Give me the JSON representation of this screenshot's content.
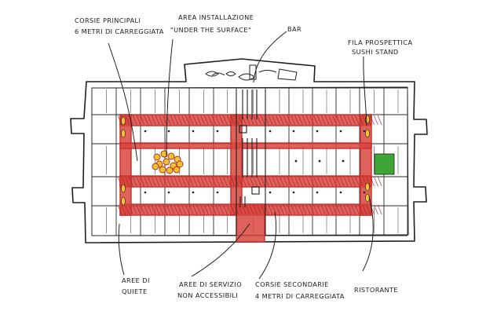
{
  "colors": {
    "ink": "#1f1f1f",
    "paper": "#ffffff",
    "corridor_red": "#c9302c",
    "corridor_fill": "#d8453f",
    "yellow_marker": "#f1c232",
    "green_marker": "#3fa535"
  },
  "labels": {
    "main_aisles": [
      "CORSIE PRINCIPALI",
      "6 METRI DI CARREGGIATA"
    ],
    "installation_area": [
      "AREA INSTALLAZIONE",
      "\"UNDER THE SURFACE\""
    ],
    "bar": [
      "BAR"
    ],
    "sushi_stand": [
      "FILA PROSPETTICA",
      "SUSHI STAND"
    ],
    "quiet_areas": [
      "AREE DI",
      "QUIETE"
    ],
    "service_areas": [
      "AREE DI SERVIZIO",
      "NON ACCESSIBILI"
    ],
    "secondary_aisles": [
      "CORSIE SECONDARIE",
      "4 METRI DI CARREGGIATA"
    ],
    "restaurant": [
      "RISTORANTE"
    ]
  },
  "icons": {
    "installation": "yellow-flower-cluster-icon",
    "restaurant": "green-square-icon",
    "aisle_markers": "yellow-marker-icon"
  }
}
